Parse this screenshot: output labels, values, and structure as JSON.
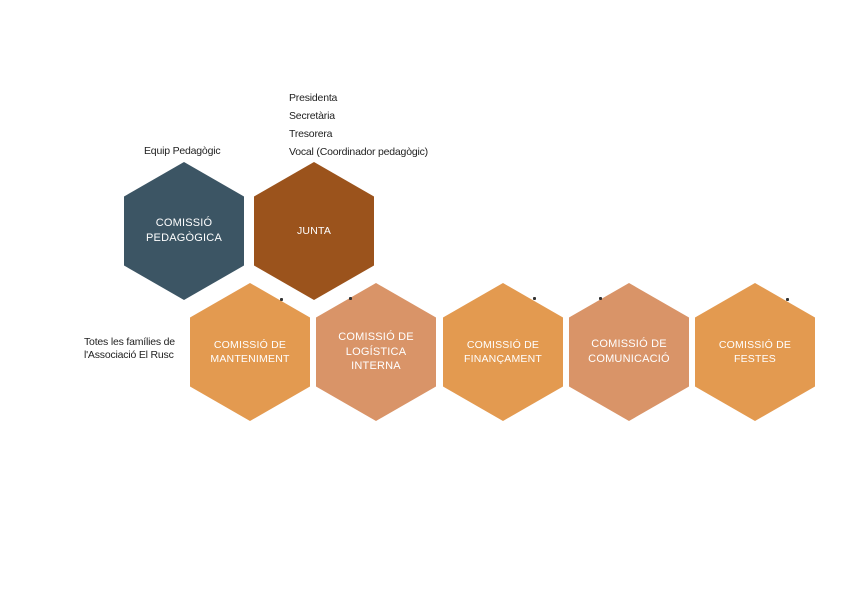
{
  "notes": {
    "equip": "Equip Pedagògic",
    "junta_roles": [
      "Presidenta",
      "Secretària",
      "Tresorera",
      "Vocal (Coordinador pedagògic)"
    ],
    "families": "Totes les famílies de\nl'Associació El Rusc"
  },
  "hexagons": [
    {
      "label": "COMISSIÓ\nPEDAGÒGICA",
      "color": "#3c5564"
    },
    {
      "label": "JUNTA",
      "color": "#9b531c"
    },
    {
      "label": "COMISSIÓ DE\nMANTENIMENT",
      "color": "#e39a50"
    },
    {
      "label": "COMISSIÓ  DE\nLOGÍSTICA\nINTERNA",
      "color": "#d99468"
    },
    {
      "label": "COMISSIÓ DE\nFINANÇAMENT",
      "color": "#e39a50"
    },
    {
      "label": "COMISSIÓ  DE\nCOMUNICACIÓ",
      "color": "#d99468"
    },
    {
      "label": "COMISSIÓ DE\nFESTES",
      "color": "#e39a50"
    }
  ]
}
